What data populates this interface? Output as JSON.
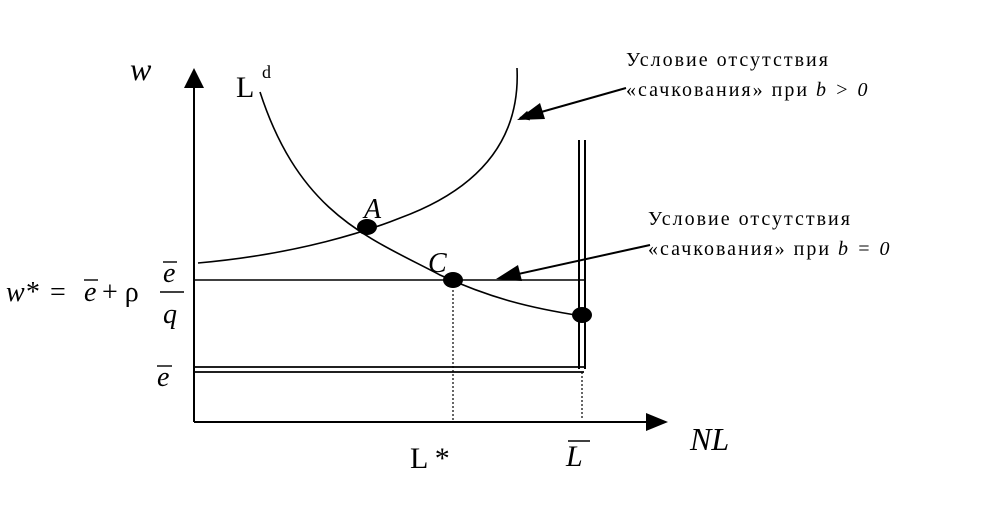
{
  "axes": {
    "y_label": "w",
    "x_label": "NL"
  },
  "curves": {
    "labor_demand_label": "L",
    "labor_demand_superscript": "d"
  },
  "points": {
    "a_label": "A",
    "c_label": "C"
  },
  "annotations": {
    "nsc_positive": {
      "line1": "Условие отсутствия",
      "line2_prefix": "«сачкования» при ",
      "line2_var": "b",
      "line2_rel": " > 0"
    },
    "nsc_zero": {
      "line1": "Условие отсутствия",
      "line2_prefix": "«сачкования» при ",
      "line2_var": "b",
      "line2_rel": " = 0"
    }
  },
  "y_ticks": {
    "wstar_lhs": "w*",
    "wstar_eq": " = ",
    "wstar_e": "e",
    "wstar_plus": " + ρ ",
    "wstar_frac_num": "e",
    "wstar_frac_den": "q",
    "ebar": "e"
  },
  "x_ticks": {
    "lstar": "L *",
    "lbar": "L"
  }
}
